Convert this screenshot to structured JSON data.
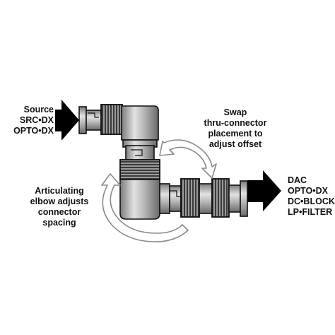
{
  "labels": {
    "source": [
      "Source",
      "SRC•DX",
      "OPTO•DX"
    ],
    "swap": [
      "Swap",
      "thru-connector",
      "placement to",
      "adjust offset"
    ],
    "outputs": [
      "DAC",
      "OPTO•DX",
      "DC•BLOCK",
      "LP•FILTER"
    ],
    "elbow": [
      "Articulating",
      "elbow adjusts",
      "connector",
      "spacing"
    ]
  },
  "colors": {
    "outline": "#111111",
    "metal_dark": "#6f6f6f",
    "metal_mid": "#a4a4a4",
    "metal_light": "#dcdcdc",
    "arrow_fill": "#000000",
    "curve_arrow_fill": "#ffffff",
    "curve_arrow_stroke": "#888888"
  },
  "icons": {
    "input_arrow": "solid-right-arrow-icon",
    "output_arrow": "solid-right-arrow-icon",
    "swap_arrow": "double-headed-curved-arrow-icon",
    "elbow_arrow": "curved-rotation-arrow-icon"
  }
}
